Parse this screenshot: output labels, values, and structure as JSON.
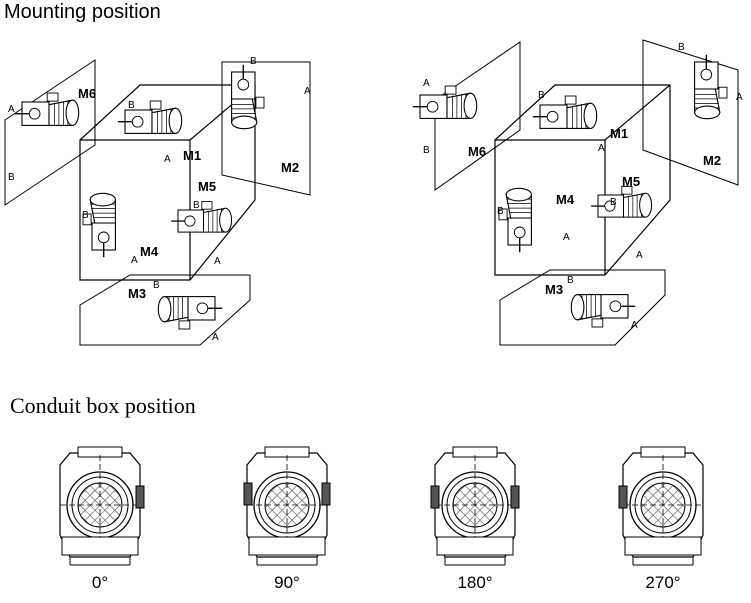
{
  "mounting": {
    "title": "Mounting position",
    "left": {
      "positions": [
        "M1",
        "M2",
        "M3",
        "M4",
        "M5",
        "M6"
      ],
      "letters": {
        "a": "A",
        "b": "B"
      }
    },
    "right": {
      "positions": [
        "M1",
        "M2",
        "M3",
        "M4",
        "M5",
        "M6"
      ],
      "letters": {
        "a": "A",
        "b": "B"
      }
    }
  },
  "conduit": {
    "title": "Conduit box position",
    "angles": [
      "0°",
      "90°",
      "180°",
      "270°"
    ]
  }
}
